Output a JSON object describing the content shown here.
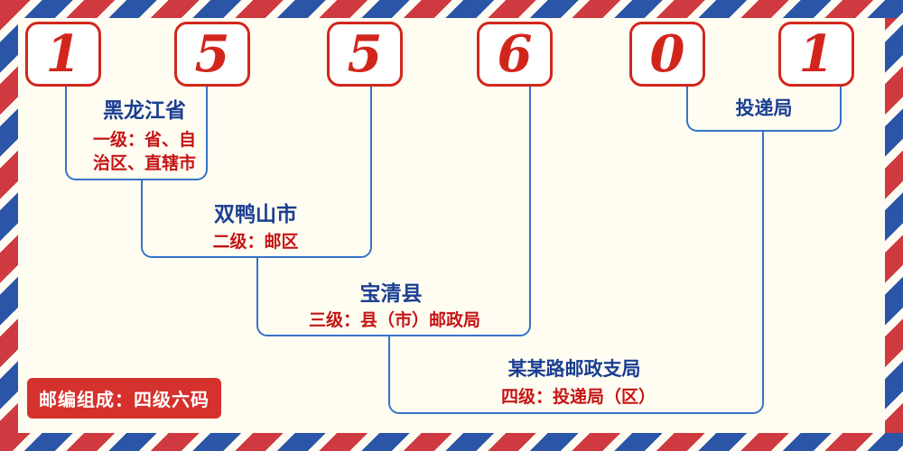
{
  "postal_code": {
    "digits": [
      "1",
      "5",
      "5",
      "6",
      "0",
      "1"
    ]
  },
  "levels": {
    "level1": {
      "place": "黑龙江省",
      "desc_line1": "一级：省、自",
      "desc_line2": "治区、直辖市"
    },
    "level2": {
      "place": "双鸭山市",
      "desc": "二级：邮区"
    },
    "level3": {
      "place": "宝清县",
      "desc": "三级：县（市）邮政局"
    },
    "level4": {
      "place": "某某路邮政支局",
      "desc": "四级：投递局（区）"
    },
    "delivery": {
      "label": "投递局"
    }
  },
  "footer": {
    "badge_text": "邮编组成：四级六码"
  },
  "colors": {
    "digit_red": "#d2261c",
    "line_blue": "#3573c8",
    "place_navy": "#1b3e92",
    "desc_red": "#c41414",
    "badge_red": "#d5312d",
    "stripe_red": "#ce3a40",
    "stripe_blue": "#2b55a7",
    "background": "#fffdf2"
  }
}
